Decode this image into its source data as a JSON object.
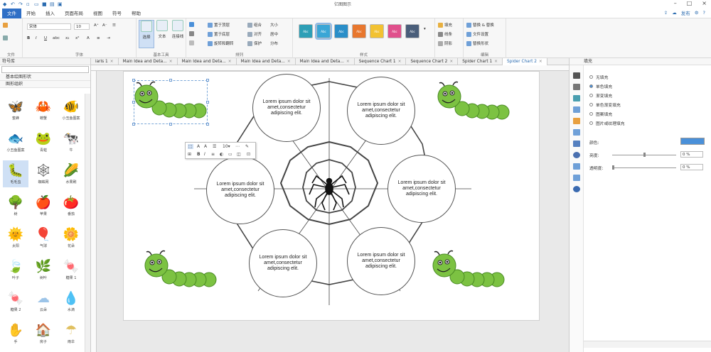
{
  "window": {
    "title": "亿图图示"
  },
  "menu": {
    "items": [
      "文件",
      "开始",
      "插入",
      "页面布局",
      "视图",
      "符号",
      "帮助"
    ],
    "right": {
      "publish": "发布"
    }
  },
  "ribbon": {
    "font_family": "宋体",
    "font_size": "10",
    "groups": [
      "文件",
      "字体",
      "基本工具",
      "排列",
      "样式",
      "编辑"
    ],
    "tools": {
      "select": "选择",
      "text": "文本",
      "connector": "连接线"
    },
    "arrange": [
      "置于顶层",
      "置于底层",
      "旋转和翻转",
      "组合",
      "对齐",
      "分布",
      "居中",
      "大小",
      "保护"
    ],
    "style": {
      "fill": "填充",
      "line": "线条",
      "shadow": "阴影"
    },
    "edit": [
      "替换 & 替换",
      "文件设置",
      "替换形状"
    ]
  },
  "tabs": [
    "iaris 1",
    "Main Idea and Deta...",
    "Main Idea and Deta...",
    "Main Idea and Deta...",
    "Main Idea and Deta...",
    "Sequence Chart 1",
    "Sequence Chart 2",
    "Spider Chart 1",
    "Spider Chart 2"
  ],
  "left_panel": {
    "title": "符号库",
    "sections": [
      "基本绘图形状",
      "图形组织"
    ],
    "library": [
      {
        "label": "蜜蜂",
        "glyph": "🦋",
        "color": "#f0c419"
      },
      {
        "label": "螃蟹",
        "glyph": "🦀",
        "color": "#e8912d"
      },
      {
        "label": "小丑鱼图案",
        "glyph": "🐠",
        "color": "#e25b2a"
      },
      {
        "label": "小丑鱼图案",
        "glyph": "🐟",
        "color": "#f0824a"
      },
      {
        "label": "青蛙",
        "glyph": "🐸",
        "color": "#6cbf3c"
      },
      {
        "label": "牛",
        "glyph": "🐄",
        "color": "#777777"
      },
      {
        "label": "毛毛虫",
        "glyph": "🐛",
        "color": "#6cbf3c"
      },
      {
        "label": "蜘蛛网",
        "glyph": "🕸",
        "color": "#555555"
      },
      {
        "label": "水果刷",
        "glyph": "🌽",
        "color": "#c8b45a"
      },
      {
        "label": "树",
        "glyph": "🌳",
        "color": "#3a8a3a"
      },
      {
        "label": "苹果",
        "glyph": "🍎",
        "color": "#d93a3a"
      },
      {
        "label": "番茄",
        "glyph": "🍅",
        "color": "#d94a3a"
      },
      {
        "label": "太阳",
        "glyph": "🌞",
        "color": "#f0a020"
      },
      {
        "label": "气球",
        "glyph": "🎈",
        "color": "#e070a0"
      },
      {
        "label": "花朵",
        "glyph": "🌼",
        "color": "#e8912d"
      },
      {
        "label": "叶子",
        "glyph": "🍃",
        "color": "#4caf50"
      },
      {
        "label": "树叶",
        "glyph": "🌿",
        "color": "#4caf50"
      },
      {
        "label": "糖果 1",
        "glyph": "🍬",
        "color": "#e070a0"
      },
      {
        "label": "糖果 2",
        "glyph": "🍬",
        "color": "#d070c0"
      },
      {
        "label": "云朵",
        "glyph": "☁",
        "color": "#9cc4e8"
      },
      {
        "label": "水滴",
        "glyph": "💧",
        "color": "#5aa0d8"
      },
      {
        "label": "手",
        "glyph": "✋",
        "color": "#e8a070"
      },
      {
        "label": "房子",
        "glyph": "🏠",
        "color": "#c8643a"
      },
      {
        "label": "雨伞",
        "glyph": "☂",
        "color": "#e0c060"
      }
    ]
  },
  "diagram": {
    "bubbles": [
      "Lorem ipsum dolor sit amet,consectetur adipiscing elit.",
      "Lorem ipsum dolor sit amet,consectetur adipiscing elit.",
      "Lorem ipsum dolor sit amet,consectetur adipiscing elit.",
      "Lorem ipsum dolor sit amet,consectetur adipiscing elit.",
      "Lorem ipsum dolor sit amet,consectetur adipiscing elit.",
      "Lorem ipsum dolor sit amet,consectetur adipiscing elit."
    ]
  },
  "right_panel": {
    "title": "填充",
    "options": [
      "无填充",
      "单色填充",
      "渐变填充",
      "单色渐变填充",
      "图案填充",
      "图片或纹理填充"
    ],
    "color_label": "颜色:",
    "brightness_label": "亮度:",
    "brightness_value": "0 %",
    "transparency_label": "透明度:",
    "transparency_value": "0 %",
    "accent": "#4a90d9"
  },
  "colors": {
    "accent": "#2f6fc6",
    "caterpillar": "#7cc242",
    "swatches": [
      "#2e9fb6",
      "#3aa6d6",
      "#2a8ec8",
      "#e8772e",
      "#f2c232",
      "#e0508c",
      "#4a5e7a"
    ]
  }
}
